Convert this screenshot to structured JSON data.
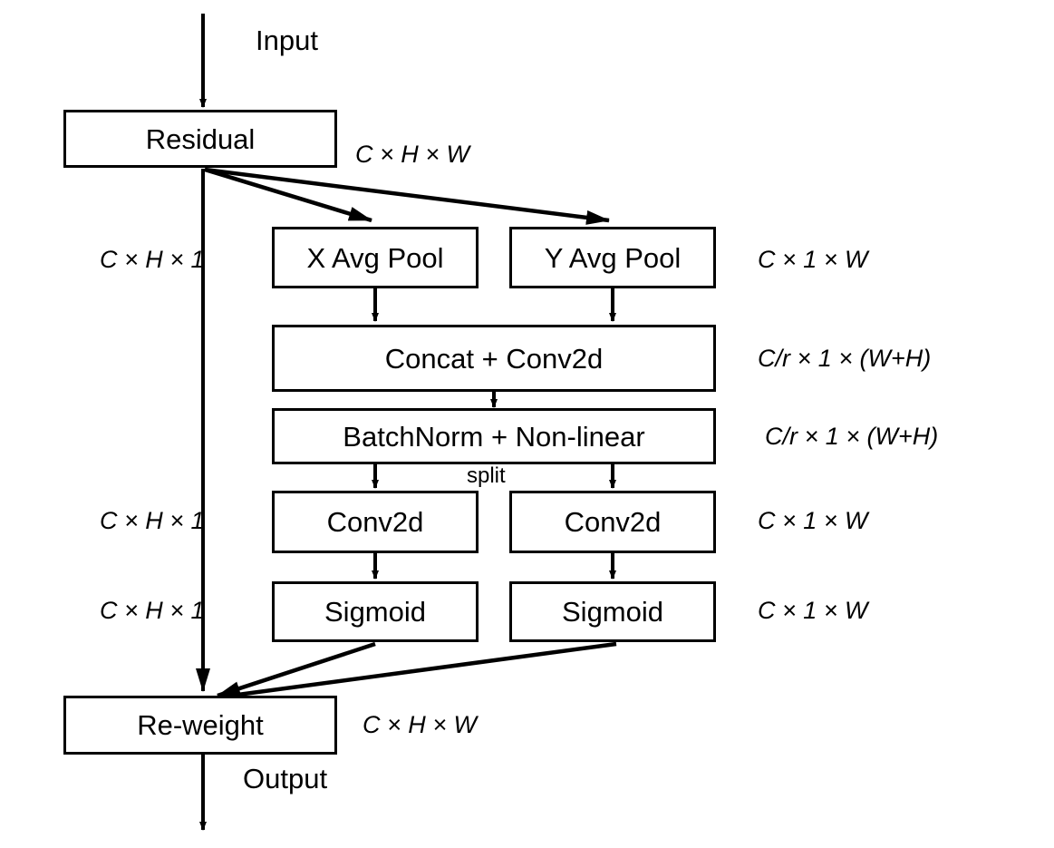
{
  "figure": {
    "title": "Coordinate Attention block diagram",
    "stroke_color": "#000000",
    "background_color": "#ffffff"
  },
  "flow": {
    "input_label": "Input",
    "output_label": "Output",
    "split_label": "split"
  },
  "nodes": [
    {
      "id": "residual",
      "label": "Residual"
    },
    {
      "id": "x-avg-pool",
      "label": "X Avg Pool"
    },
    {
      "id": "y-avg-pool",
      "label": "Y Avg Pool"
    },
    {
      "id": "concat-conv2d",
      "label": "Concat + Conv2d"
    },
    {
      "id": "batchnorm-nonlinear",
      "label": "BatchNorm + Non-linear"
    },
    {
      "id": "conv2d-left",
      "label": "Conv2d"
    },
    {
      "id": "conv2d-right",
      "label": "Conv2d"
    },
    {
      "id": "sigmoid-left",
      "label": "Sigmoid"
    },
    {
      "id": "sigmoid-right",
      "label": "Sigmoid"
    },
    {
      "id": "re-weight",
      "label": "Re-weight"
    }
  ],
  "dims": {
    "residual": "C × H × W",
    "left_pool": "C × H × 1",
    "right_pool": "C × 1 × W",
    "concat_conv2d": "C/r × 1 × (W+H)",
    "batchnorm": "C/r × 1 × (W+H)",
    "left_conv2d": "C × H × 1",
    "right_conv2d": "C × 1 × W",
    "left_sigmoid": "C × H × 1",
    "right_sigmoid": "C × 1 × W",
    "re_weight": "C × H × W"
  }
}
